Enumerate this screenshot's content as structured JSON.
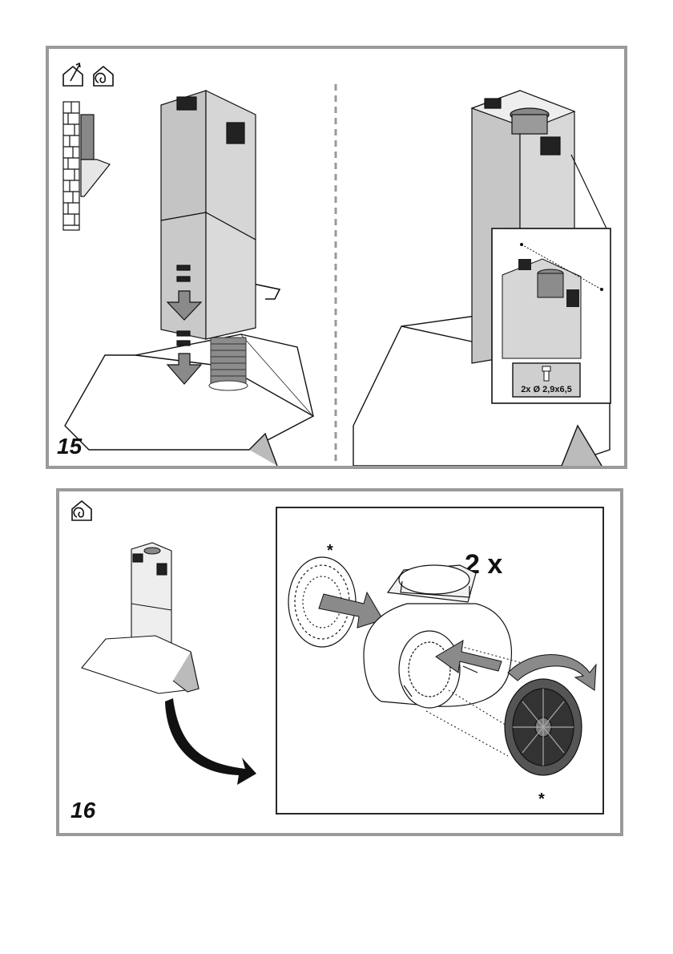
{
  "steps": [
    {
      "number": "15",
      "screw_label": "2x Ø 2,9x6,5"
    },
    {
      "number": "16",
      "multiplier": "2 x",
      "asterisk_top": "*",
      "asterisk_bottom": "*"
    }
  ],
  "colors": {
    "frame": "#9a9a9a",
    "chimney": "#cfcfcf",
    "arrow": "#8a8a8a",
    "line": "#111111"
  },
  "icons": [
    "ducted-mode-icon",
    "recirculation-mode-icon",
    "wall-mount-diagram-icon",
    "screw-icon",
    "rotate-arrow-icon"
  ]
}
